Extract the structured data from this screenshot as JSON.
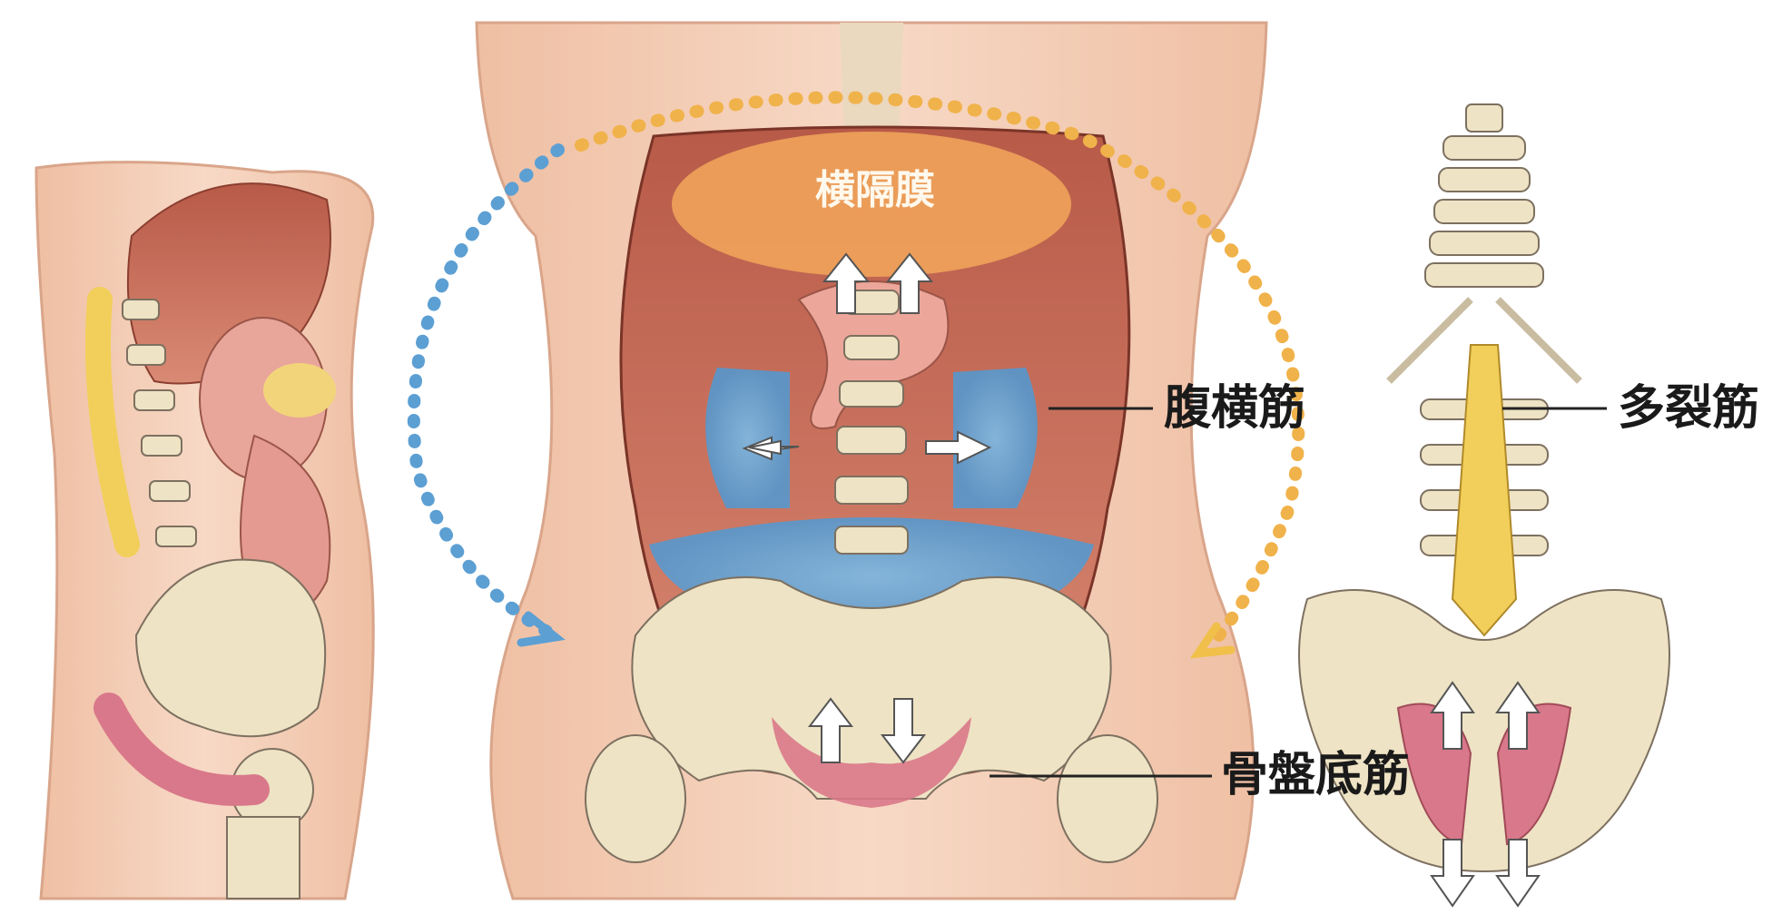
{
  "labels": {
    "diaphragm": "横隔膜",
    "transversus_abdominis": "腹横筋",
    "multifidus": "多裂筋",
    "pelvic_floor": "骨盤底筋"
  },
  "colors": {
    "skin": "#f3cdb4",
    "muscle": "#c8705c",
    "bone": "#eee3c4",
    "diaphragm_highlight": "#f0a35a",
    "pressure_blue": "#5aa6dc",
    "multifidus_yellow": "#f2cf5a",
    "pelvic_muscle": "#d9788a",
    "arc_blue": "#5c9fd3",
    "arc_orange": "#f0b24a"
  }
}
